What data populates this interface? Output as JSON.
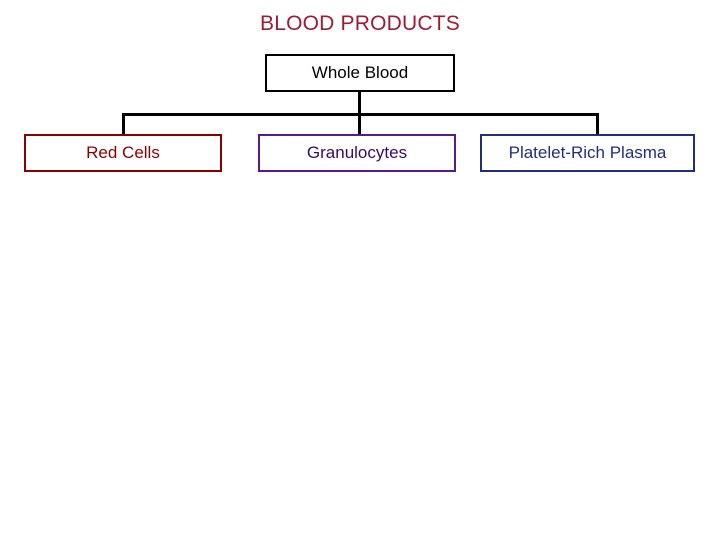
{
  "diagram": {
    "title": "BLOOD PRODUCTS",
    "type": "tree",
    "root": {
      "label": "Whole Blood",
      "border_color": "#000000",
      "text_color": "#000000"
    },
    "children": [
      {
        "label": "Red Cells",
        "border_color": "#8b0000",
        "text_color": "#8b0000"
      },
      {
        "label": "Granulocytes",
        "border_color": "#5b1a8b",
        "text_color": "#3b0a5e"
      },
      {
        "label": "Platelet-Rich Plasma",
        "border_color": "#1f2f7a",
        "text_color": "#1f2f7a"
      }
    ],
    "title_color": "#9e1b32",
    "connector_color": "#000000",
    "background_color": "#ffffff"
  }
}
